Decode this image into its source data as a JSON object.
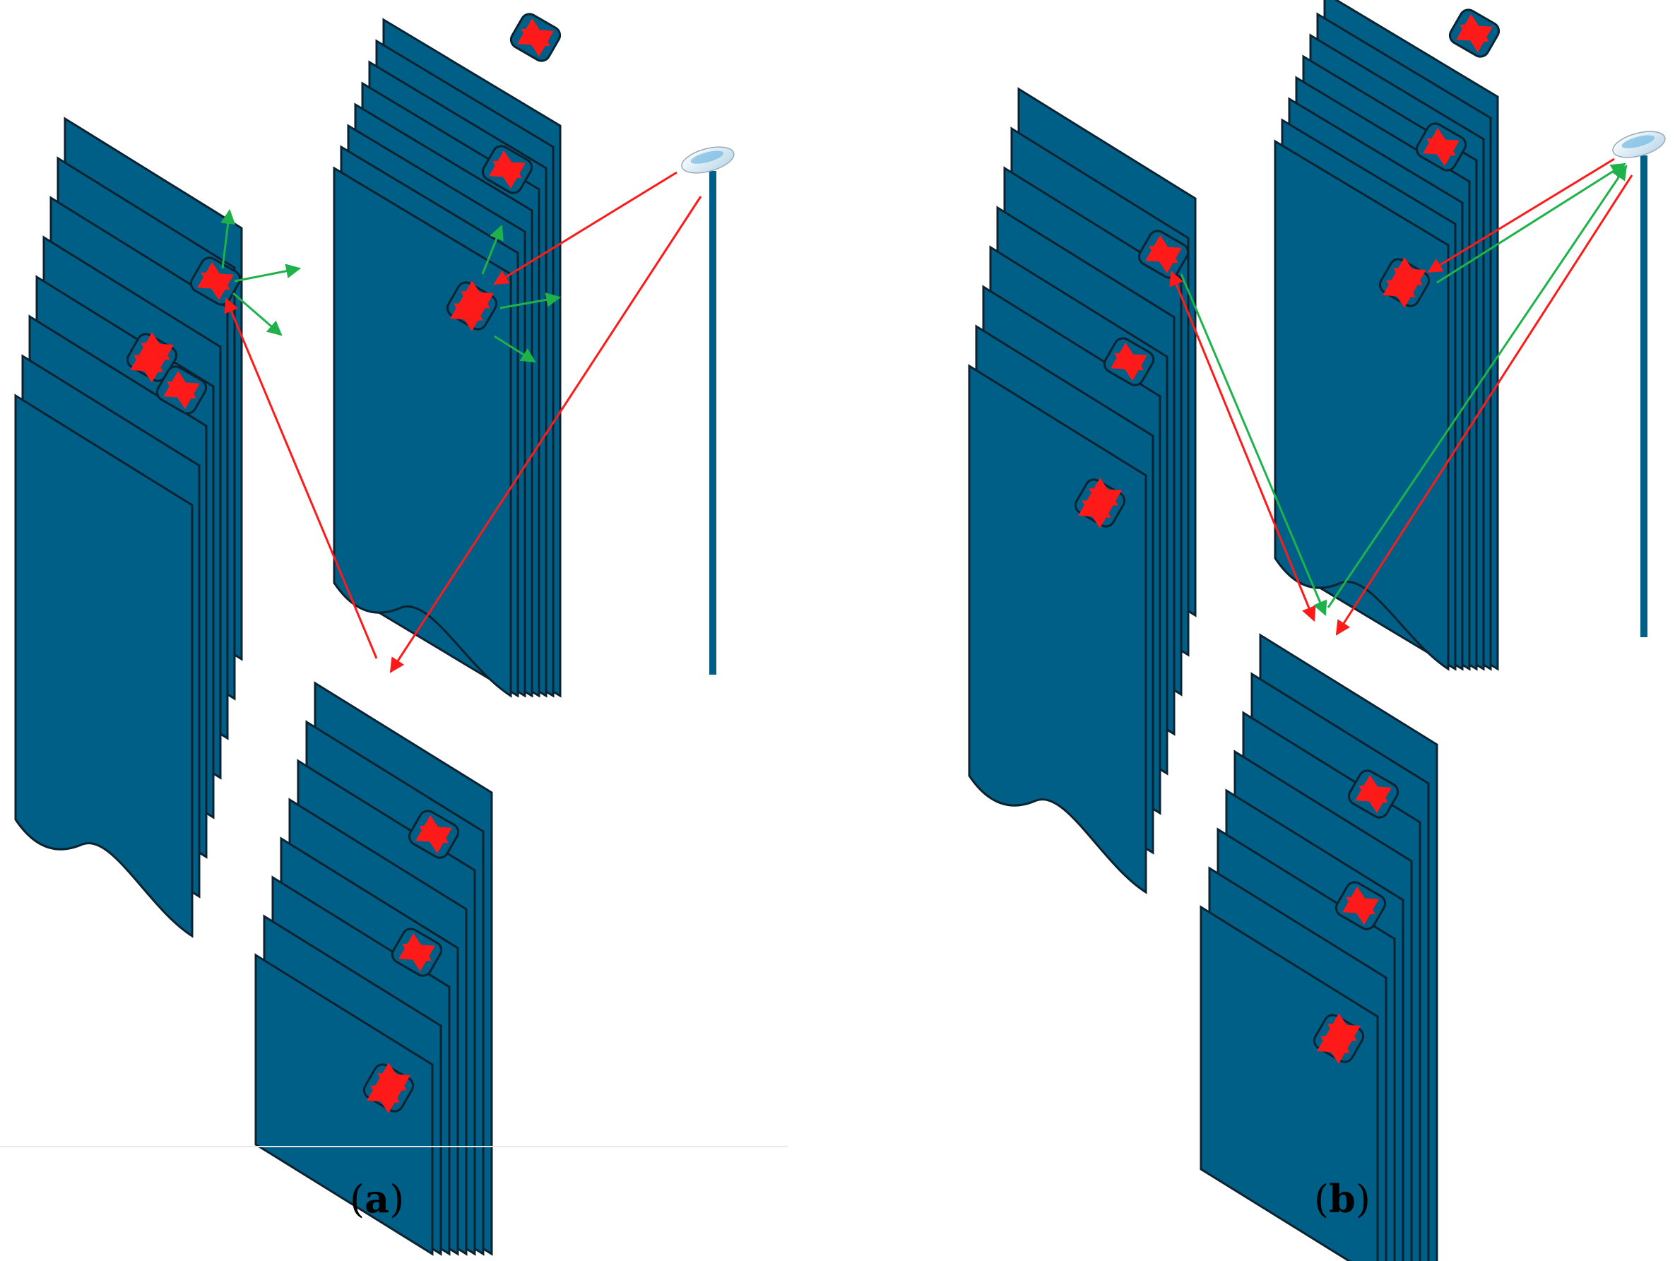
{
  "figure": {
    "panels": [
      {
        "id": "a",
        "open_paren": "(",
        "letter": "a",
        "close_paren": ")"
      },
      {
        "id": "b",
        "open_paren": "(",
        "letter": "b",
        "close_paren": ")"
      }
    ]
  },
  "colors": {
    "sheet_fill": "#005f87",
    "sheet_edge": "#0b2230",
    "signal_red": "#ff1a1a",
    "signal_green": "#1fb24a",
    "background": "#ffffff"
  },
  "icons": [
    "bidirectional-arrow-icon",
    "wireless-reader-icon",
    "reader-pole"
  ]
}
